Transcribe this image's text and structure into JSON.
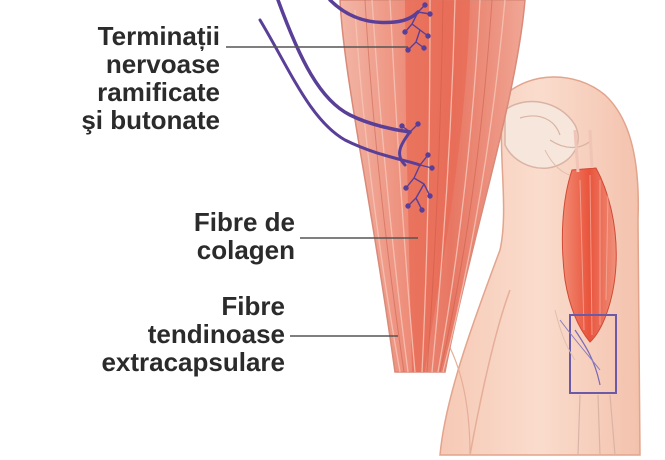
{
  "labels": {
    "nerve_endings": {
      "lines": [
        "Terminații",
        "nervoase",
        "ramificate",
        "şi butonate"
      ]
    },
    "collagen_fibers": {
      "lines": [
        "Fibre de",
        "colagen"
      ]
    },
    "tendon_fibers": {
      "lines": [
        "Fibre",
        "tendinoase",
        "extracapsulare"
      ]
    }
  },
  "colors": {
    "skin": "#f8d2bf",
    "skin_outline": "#e2a48c",
    "muscle": "#ee6a54",
    "muscle_light": "#f49a86",
    "tendon": "#f3b7a5",
    "nerve": "#5a3f98",
    "leader_line": "#555555",
    "text": "#2b2b2b"
  }
}
